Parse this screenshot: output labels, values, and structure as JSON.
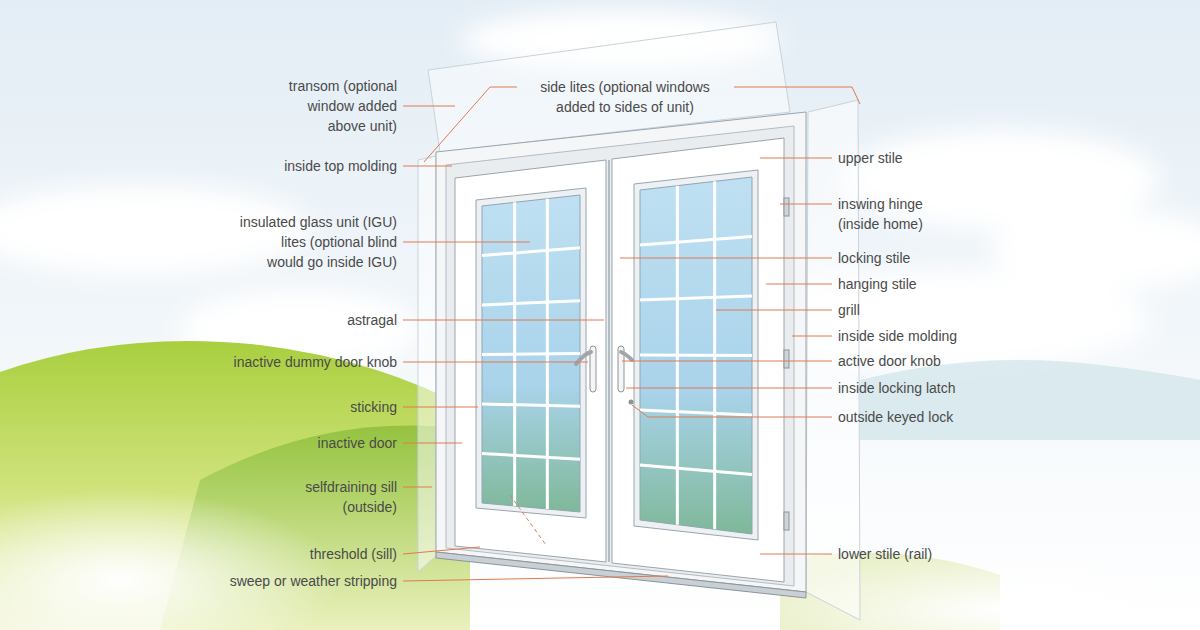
{
  "diagram": {
    "labels": [
      "transom (optional window added above unit)",
      "side lites (optional windows added to sides of unit)",
      "inside top molding",
      "insulated glass unit (IGU)",
      "lites (optional blind would go inside IGU)",
      "astragal",
      "inactive dummy door knob",
      "sticking",
      "inactive door",
      "selfdraining sill (outside)",
      "threshold (sill)",
      "sweep or weather stripping",
      "upper stile",
      "inswing hinge (inside home)",
      "locking stile",
      "hanging stile",
      "grill",
      "inside side molding",
      "active door knob",
      "inside locking latch",
      "outside keyed lock",
      "lower stile (rail)"
    ]
  }
}
